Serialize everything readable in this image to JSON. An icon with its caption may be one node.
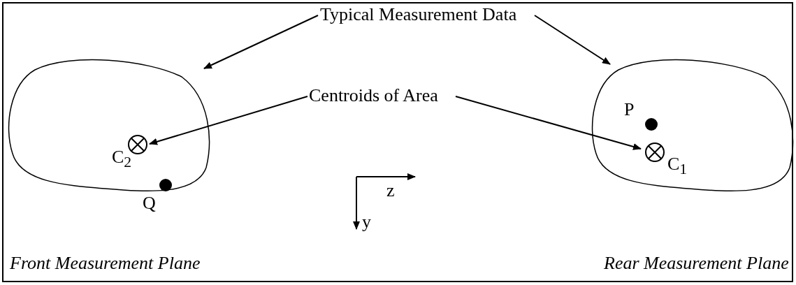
{
  "diagram": {
    "nodes": [
      {
        "text": [
          "Typical Measurement Data"
        ]
      },
      {
        "text": [],
        "shape": "cloud",
        "beside": [
          "Front Measurement Plane"
        ]
      },
      {
        "text": [],
        "shape": "cloud",
        "beside": [
          "Rear Measurement Plane"
        ]
      },
      {
        "text": [
          "Centroids of Area"
        ]
      },
      {
        "text": [],
        "shape": "circle",
        "beside": [
          "C$_{2}$"
        ],
        "in": 1
      },
      {
        "text": [],
        "shape": "circle",
        "beside": [
          "C$_{1}$"
        ],
        "in": 2
      }
    ],
    "edges": [
      {
        "from": 0,
        "to": 1,
        "arrow": "to"
      },
      {
        "from": 0,
        "to": 2,
        "arrow": "to"
      },
      {
        "from": 3,
        "to": 4,
        "arrow": "to"
      },
      {
        "from": 3,
        "to": 5,
        "arrow": "to"
      }
    ],
    "labels": [
      "P",
      "Q",
      "z",
      "y"
    ]
  }
}
